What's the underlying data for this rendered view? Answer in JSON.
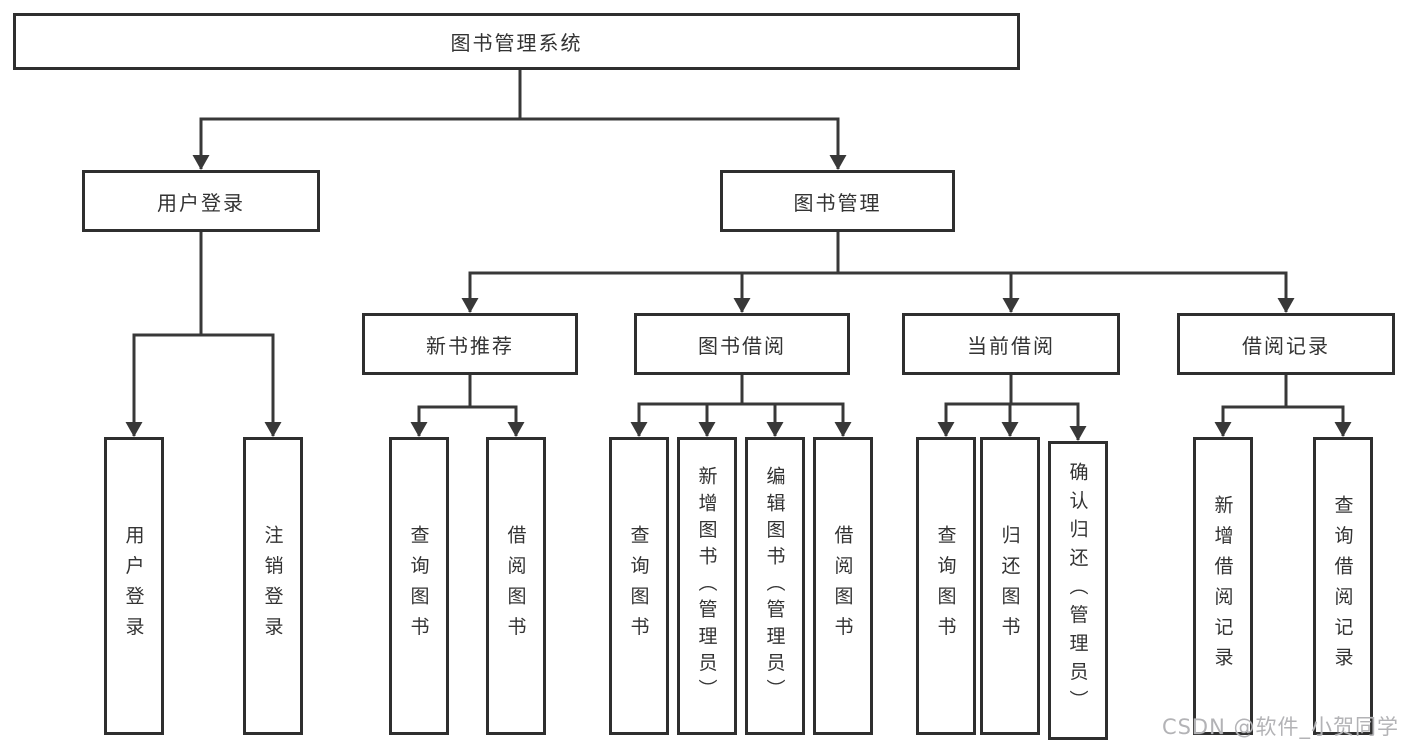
{
  "diagram": {
    "title_node": "图书管理系统",
    "colors": {
      "line": "#383838",
      "box_border": "#2f2f2f",
      "box_fill": "#ffffff",
      "text": "#333333",
      "watermark": "#b3b3b6"
    },
    "nodes": {
      "root": {
        "label": "图书管理系统"
      },
      "user_login": {
        "label": "用户登录"
      },
      "book_mgmt": {
        "label": "图书管理"
      },
      "new_book_rec": {
        "label": "新书推荐"
      },
      "book_borrow": {
        "label": "图书借阅"
      },
      "current_borrow": {
        "label": "当前借阅"
      },
      "borrow_records": {
        "label": "借阅记录"
      },
      "leaf_user_login": {
        "label": "用户登录"
      },
      "leaf_logout": {
        "label": "注销登录"
      },
      "leaf_query_book_1": {
        "label": "查询图书"
      },
      "leaf_borrow_book_1": {
        "label": "借阅图书"
      },
      "leaf_query_book_2": {
        "label": "查询图书"
      },
      "leaf_add_book": {
        "label": "新增图书（管理员）"
      },
      "leaf_edit_book": {
        "label": "编辑图书（管理员）"
      },
      "leaf_borrow_book_2": {
        "label": "借阅图书"
      },
      "leaf_query_book_3": {
        "label": "查询图书"
      },
      "leaf_return_book": {
        "label": "归还图书"
      },
      "leaf_confirm_return": {
        "label": "确认归还（管理员）"
      },
      "leaf_add_record": {
        "label": "新增借阅记录"
      },
      "leaf_query_record": {
        "label": "查询借阅记录"
      }
    },
    "watermark": {
      "text": "CSDN @软件_小贺同学"
    }
  }
}
